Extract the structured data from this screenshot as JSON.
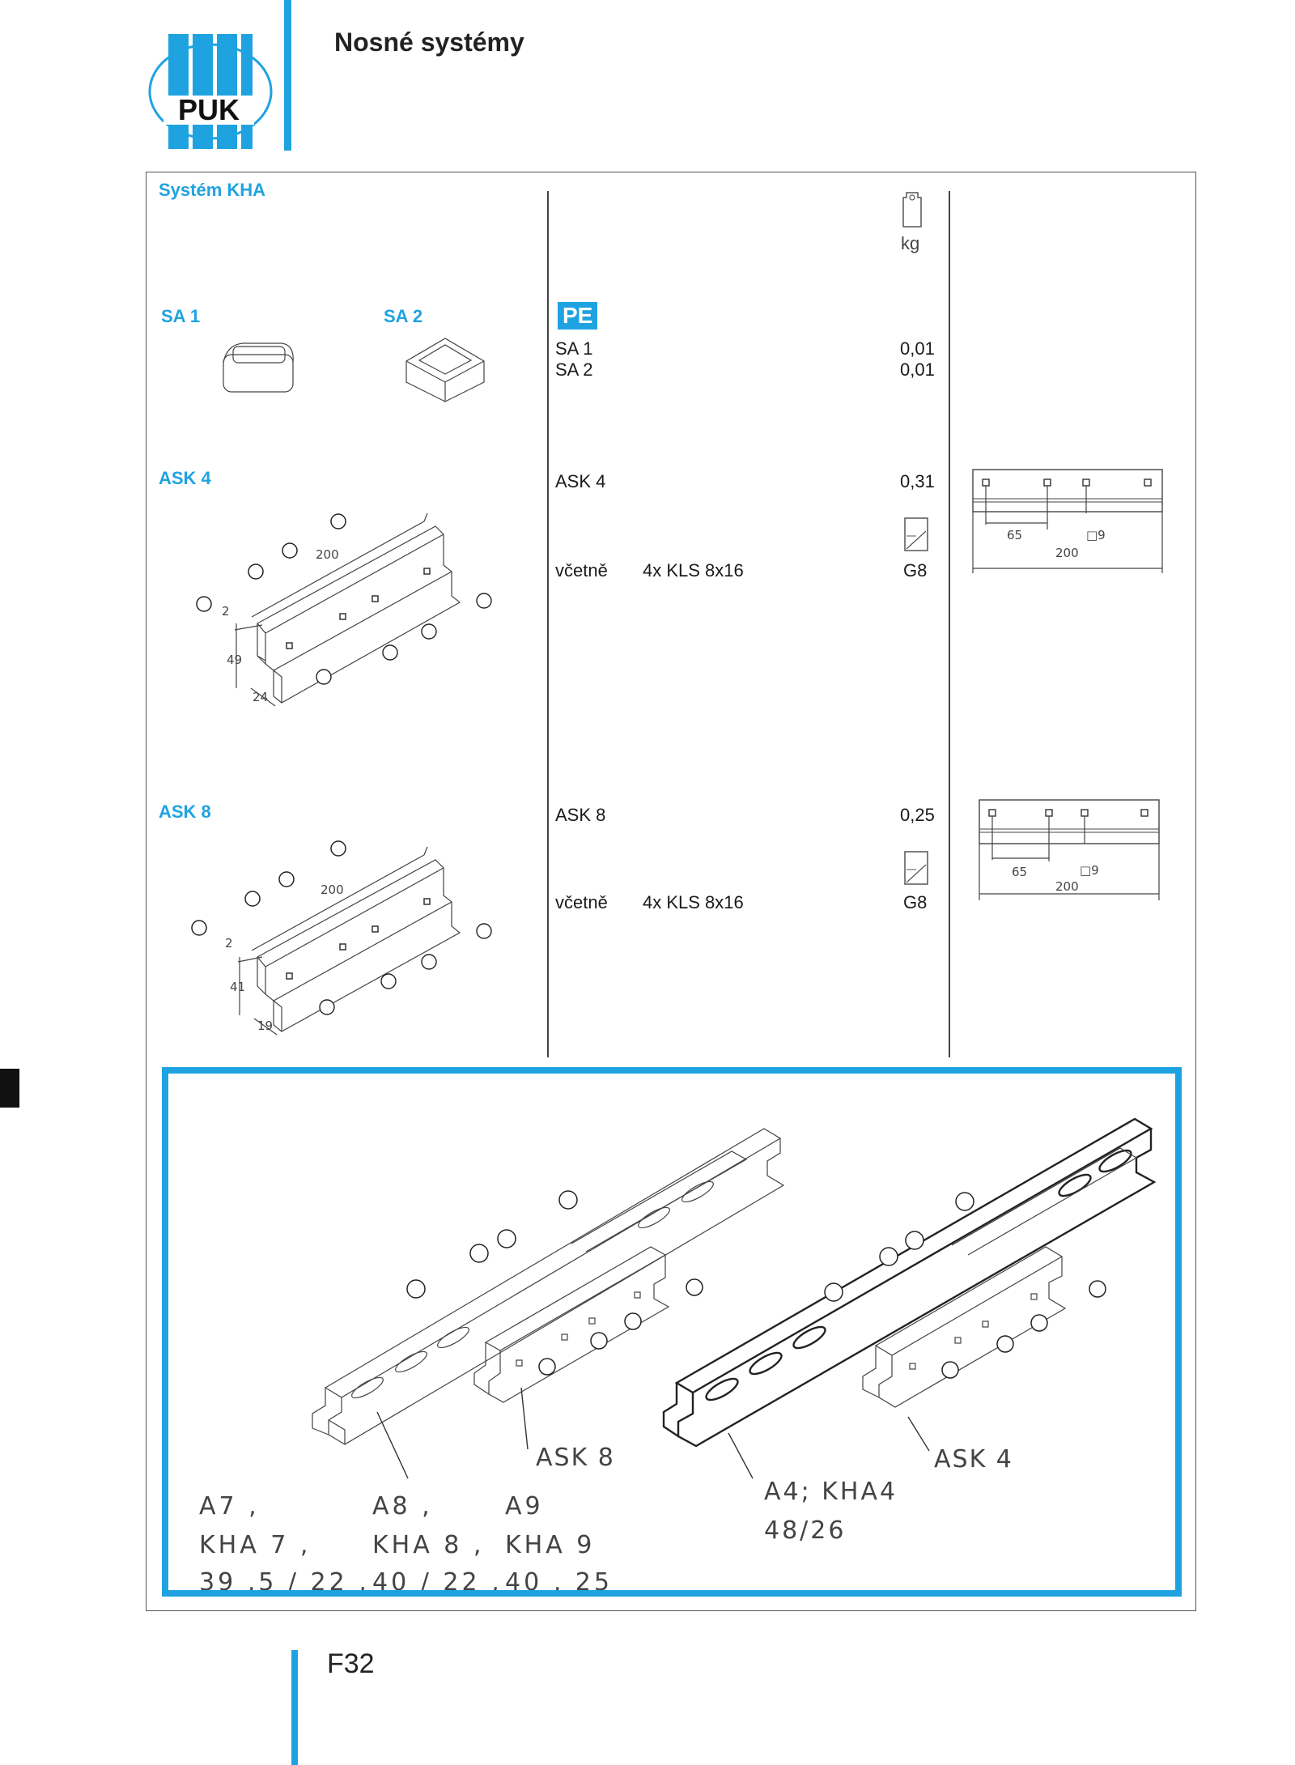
{
  "header": {
    "logo_text": "PUK",
    "title": "Nosné systémy"
  },
  "section": {
    "title": "Systém KHA",
    "weight_unit": "kg",
    "material_badge": "PE"
  },
  "items": {
    "sa1": {
      "label": "SA 1",
      "code": "SA 1",
      "weight": "0,01"
    },
    "sa2": {
      "label": "SA 2",
      "code": "SA 2",
      "weight": "0,01"
    },
    "ask4": {
      "label": "ASK 4",
      "code": "ASK 4",
      "weight": "0,31",
      "including_label": "včetně",
      "including_value": "4x KLS 8x16",
      "finish": "G8",
      "dims": {
        "length": "200",
        "thickness": "2",
        "height": "49",
        "width": "24"
      },
      "drawing": {
        "hole_spacing": "65",
        "hole_size": "□9",
        "total": "200"
      }
    },
    "ask8": {
      "label": "ASK 8",
      "code": "ASK 8",
      "weight": "0,25",
      "including_label": "včetně",
      "including_value": "4x KLS 8x16",
      "finish": "G8",
      "dims": {
        "length": "200",
        "thickness": "2",
        "height": "41",
        "width": "19"
      },
      "drawing": {
        "hole_spacing": "65",
        "hole_size": "□9",
        "total": "200"
      }
    }
  },
  "illustration": {
    "callout_ask8": "ASK 8",
    "callout_ask4": "ASK 4",
    "left_line1": [
      "A7 ,",
      "A8 ,",
      "A9"
    ],
    "left_line2": [
      "KHA 7 ,",
      "KHA 8 ,",
      "KHA 9"
    ],
    "left_line3": [
      "39 ,5 / 22 ,",
      "40 / 22 ,",
      "40 , 25"
    ],
    "right_line1": "A4; KHA4",
    "right_line2": "48/26"
  },
  "footer": {
    "page_number": "F32"
  }
}
